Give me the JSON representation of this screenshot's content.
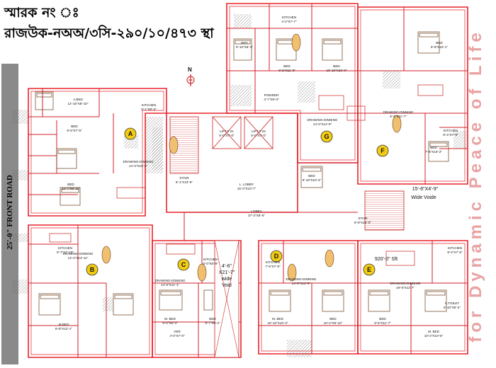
{
  "header": {
    "memo_line": "স্মারক নং ঃ",
    "ref_line": "রাজউক-নঅঅ/৩সি-২৯০/১০/৪৭৩ স্থা"
  },
  "road_label": "25'-0\" FRONT ROAD",
  "slogan": "for Dynamic Peace of Life",
  "north": "N",
  "units": [
    {
      "id": "A",
      "name": "unit-a-marker"
    },
    {
      "id": "B",
      "name": "unit-b-marker"
    },
    {
      "id": "C",
      "name": "unit-c-marker"
    },
    {
      "id": "D",
      "name": "unit-d-marker"
    },
    {
      "id": "E",
      "name": "unit-e-marker"
    },
    {
      "id": "F",
      "name": "unit-f-marker"
    },
    {
      "id": "G",
      "name": "unit-g-marker"
    }
  ],
  "rooms": {
    "a_bed": [
      "A.BED",
      "12'-10\"X8'-10\""
    ],
    "a_kitchen": [
      "KITCHEN",
      "8'-1\"X8'-4\""
    ],
    "a_bed2": [
      "BED",
      "9'-6\"X7'-6\""
    ],
    "a_dd": [
      "DRAWING-DINNING",
      "14'-3\"X18'-2\""
    ],
    "a_bed3": [
      "BED",
      "12'-7\"X9'-10\""
    ],
    "lift1": [
      "LIFT # 01",
      "6'-0\"X7'-0\""
    ],
    "lift2": [
      "LIFT # 02",
      "6'-0\"X7'-0\""
    ],
    "stair1": [
      "STAIR",
      "8'-1\"X13'-9\""
    ],
    "llobby": [
      "L. LOBBY",
      "15'-3\"X10'-7\""
    ],
    "g_dd": [
      "DRAWING-DINNING",
      "14'-0\"X12'-9\""
    ],
    "g_bed": [
      "BED",
      "9'-10\"X10'-3\""
    ],
    "f_dd": [
      "DRAWING-DINNING",
      "8'-4\"X11'-7\""
    ],
    "f_bed": [
      "BED",
      "7'-5\"X10'-2\""
    ],
    "f_kitchen": [
      "KITCHEN",
      "8'-4\"X7'-9\""
    ],
    "g_bed2": [
      "BED",
      "9'-10\"X9'-1\""
    ],
    "g_bed3": [
      "BED",
      "9'-5\"X11'-3\""
    ],
    "g_kitchen": [
      "KITCHEN",
      "4'-2\"X7'-7\""
    ],
    "g_bed4": [
      "BED",
      "10'-10\"X10'-0\""
    ],
    "f_bed2": [
      "BED",
      "9'-8\"X10'-1\""
    ],
    "powder": [
      "POWDER",
      "4'-7\"X9'-0\""
    ],
    "void_top": [
      "15'-6\"X4'-9\""
    ],
    "wide_voide": [
      "Wide Voide"
    ],
    "lobby": [
      "LOBBY",
      "37'-3\"X8'-6\""
    ],
    "stair2": [
      "STAIR",
      "8'-6\"X16'-0\""
    ],
    "b_dd": [
      "DRAWING-DINNING",
      "14'-4\"X13'-11\""
    ],
    "b_kitchen": [
      "KITCHEN",
      "8'-7\"X7'-10\""
    ],
    "b_mbed": [
      "M.BED",
      "8'-8\"X12'-1\""
    ],
    "c_dd": [
      "DRAWING-DINNING",
      "14'-5\"X11'-1\""
    ],
    "c_kitchen": [
      "KITCHEN",
      "6'-0\"X6'-9\""
    ],
    "c_mbed": [
      "M. BED",
      "9'-0\"X9'-4\""
    ],
    "c_bed": [
      "BED",
      "9'-7\"X9'-2\""
    ],
    "void_mid": [
      "4'-6\"",
      "X21'-7\"",
      "wide",
      "Void"
    ],
    "d_dd": [
      "DRAWING-DINNING",
      "14'-9\"X12'-9\""
    ],
    "d_kitchen": [
      "KITCHEN",
      "7'-6\"X7'-9\""
    ],
    "d_mbed": [
      "M. BED",
      "10'-10\"X10'-3\""
    ],
    "d_bed": [
      "BED",
      "10'-4\"X9'-10\""
    ],
    "e_area": [
      "920'-0\" Sft"
    ],
    "e_dd": [
      "DRAWING-DINNING",
      "19'-8\"X11'-7\""
    ],
    "e_bed": [
      "BED",
      "9'-6\"X11'-7\""
    ],
    "e_mbed": [
      "M. BED",
      "10'-2\"X10'-5\""
    ],
    "e_kitchen": [
      "KITCHEN",
      "8'-4\"X7'-5\""
    ],
    "ver": [
      "VER",
      "4'-0\"X7'-0\""
    ],
    "toilet": [
      "C.TOILET",
      "5'-10\"X5'-2\""
    ]
  },
  "colors": {
    "wall": "#e8242b",
    "wall_thin": "#d0202a",
    "hatch": "#555555",
    "furniture": "#6a3a1a",
    "unit_marker": "#f2cc13",
    "road": "#8a8a8a",
    "slogan": "#e9a3a3"
  }
}
